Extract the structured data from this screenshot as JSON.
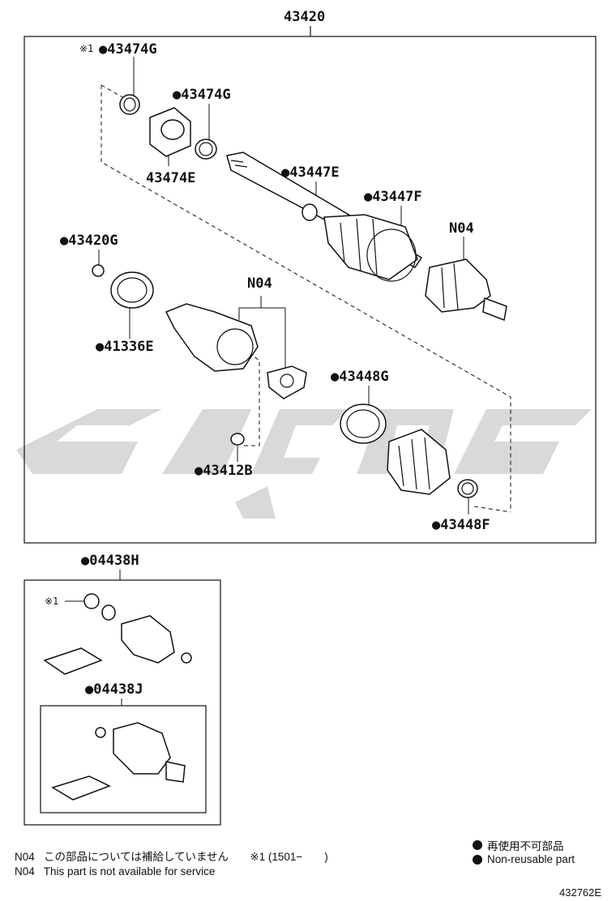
{
  "assembly": {
    "main_part": "43420",
    "parts": {
      "p43474G_a": {
        "mark": "※1",
        "number": "●43474G"
      },
      "p43474G_b": {
        "number": "●43474G"
      },
      "p43474E": {
        "number": "43474E"
      },
      "p43447E": {
        "number": "●43447E"
      },
      "p43447F": {
        "number": "●43447F"
      },
      "pN04_a": {
        "number": "N04"
      },
      "p43420G": {
        "number": "●43420G"
      },
      "p41336E": {
        "number": "●41336E"
      },
      "pN04_b": {
        "number": "N04"
      },
      "p43448G": {
        "number": "●43448G"
      },
      "p43412B": {
        "number": "●43412B"
      },
      "p43448F": {
        "number": "●43448F"
      }
    }
  },
  "kits": {
    "kit1": {
      "number": "●04438H",
      "mark": "※1"
    },
    "kit2": {
      "number": "●04438J"
    }
  },
  "notes": {
    "line1_code": "N04",
    "line1_text": "この部品については補給していません",
    "line1_mark": "※1 (1501−　　)",
    "line2_code": "N04",
    "line2_text": "This part is not available for service"
  },
  "legend": {
    "jp": "再使用不可部品",
    "en": "Non-reusable part"
  },
  "illustration_id": "432762E",
  "colors": {
    "line": "#111111",
    "watermark": "#d9d9d9"
  }
}
